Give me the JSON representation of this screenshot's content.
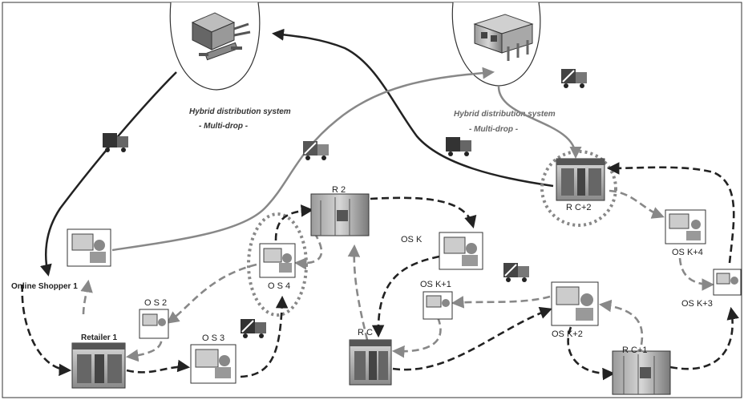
{
  "diagram": {
    "hubs": [
      {
        "title": "Hybrid distribution system",
        "subtitle": "- Multi-drop -"
      },
      {
        "title": "Hybrid distribution system",
        "subtitle": "- Multi-drop -"
      }
    ],
    "retailers": {
      "r1": "Retailer 1",
      "r2": "R 2",
      "rc": "R  C",
      "rc1": "R  C+1",
      "rc2": "R  C+2"
    },
    "shoppers": {
      "os1": "Online Shopper 1",
      "os2": "O S  2",
      "os3": "O S  3",
      "os4": "O S  4",
      "osk": "OS  K",
      "osk1": "OS  K+1",
      "osk2": "OS  K+2",
      "osk3": "OS  K+3",
      "osk4": "OS  K+4"
    }
  },
  "colors": {
    "dark": "#222222",
    "grey": "#888888",
    "light": "#999999"
  }
}
